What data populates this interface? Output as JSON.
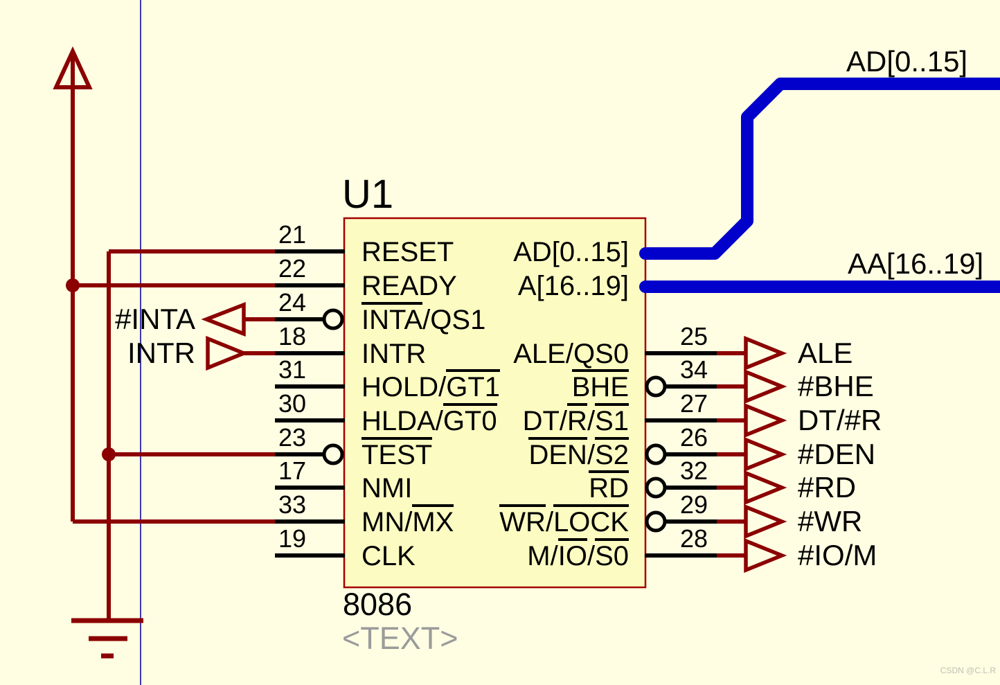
{
  "title": {
    "designator": "U1",
    "part": "8086",
    "text_field": "<TEXT>"
  },
  "watermark": "CSDN @C.L.R",
  "colors": {
    "background": "#FFFEE2",
    "chip_fill": "#FCFCC2",
    "chip_border": "#A40000",
    "wire_red": "#8B0000",
    "pin_black": "#000000",
    "bus_blue": "#0101CB",
    "sheet_border_blue": "#3A3AAE",
    "muted_gray": "#9B9B9B"
  },
  "buses": [
    {
      "label": "AD[0..15]"
    },
    {
      "label": "AA[16..19]"
    }
  ],
  "ports": [
    {
      "label": "#INTA",
      "direction": "output-left"
    },
    {
      "label": "INTR",
      "direction": "input-right"
    }
  ],
  "chip": {
    "left_pins": [
      {
        "number": "21",
        "bubble": false,
        "parts": [
          {
            "text": "RESET",
            "bar": false
          }
        ]
      },
      {
        "number": "22",
        "bubble": false,
        "parts": [
          {
            "text": "READY",
            "bar": false
          }
        ]
      },
      {
        "number": "24",
        "bubble": true,
        "parts": [
          {
            "text": "INTA",
            "bar": true
          },
          {
            "text": "/QS1",
            "bar": false
          }
        ]
      },
      {
        "number": "18",
        "bubble": false,
        "parts": [
          {
            "text": "INTR",
            "bar": false
          }
        ]
      },
      {
        "number": "31",
        "bubble": false,
        "parts": [
          {
            "text": "HOLD/",
            "bar": false
          },
          {
            "text": "GT1",
            "bar": true
          }
        ]
      },
      {
        "number": "30",
        "bubble": false,
        "parts": [
          {
            "text": "HLDA/",
            "bar": false
          },
          {
            "text": "GT0",
            "bar": true
          }
        ]
      },
      {
        "number": "23",
        "bubble": true,
        "parts": [
          {
            "text": "TEST",
            "bar": true
          }
        ]
      },
      {
        "number": "17",
        "bubble": false,
        "parts": [
          {
            "text": "NMI",
            "bar": false
          }
        ]
      },
      {
        "number": "33",
        "bubble": false,
        "parts": [
          {
            "text": "MN/",
            "bar": false
          },
          {
            "text": "MX",
            "bar": true
          }
        ]
      },
      {
        "number": "19",
        "bubble": false,
        "parts": [
          {
            "text": "CLK",
            "bar": false
          }
        ]
      }
    ],
    "bus_pins": [
      {
        "net": "AD[0..15]",
        "parts": [
          {
            "text": "AD[0..15]",
            "bar": false
          }
        ]
      },
      {
        "net": "AA[16..19]",
        "parts": [
          {
            "text": "A[16..19]",
            "bar": false
          }
        ]
      }
    ],
    "right_pins": [
      {
        "number": "25",
        "bubble": false,
        "signal": "ALE",
        "parts": [
          {
            "text": "ALE/QS0",
            "bar": false
          }
        ]
      },
      {
        "number": "34",
        "bubble": true,
        "signal": "#BHE",
        "parts": [
          {
            "text": "BHE",
            "bar": true
          }
        ]
      },
      {
        "number": "27",
        "bubble": false,
        "signal": "DT/#R",
        "parts": [
          {
            "text": "DT/",
            "bar": false
          },
          {
            "text": "R",
            "bar": true
          },
          {
            "text": "/",
            "bar": false
          },
          {
            "text": "S1",
            "bar": true
          }
        ]
      },
      {
        "number": "26",
        "bubble": true,
        "signal": "#DEN",
        "parts": [
          {
            "text": "DEN",
            "bar": true
          },
          {
            "text": "/",
            "bar": false
          },
          {
            "text": "S2",
            "bar": true
          }
        ]
      },
      {
        "number": "32",
        "bubble": true,
        "signal": "#RD",
        "parts": [
          {
            "text": "RD",
            "bar": true
          }
        ]
      },
      {
        "number": "29",
        "bubble": true,
        "signal": "#WR",
        "parts": [
          {
            "text": "WR",
            "bar": true
          },
          {
            "text": "/",
            "bar": false
          },
          {
            "text": "LOCK",
            "bar": true
          }
        ]
      },
      {
        "number": "28",
        "bubble": false,
        "signal": "#IO/M",
        "parts": [
          {
            "text": "M/",
            "bar": false
          },
          {
            "text": "IO",
            "bar": true
          },
          {
            "text": "/",
            "bar": false
          },
          {
            "text": "S0",
            "bar": true
          }
        ]
      }
    ]
  }
}
